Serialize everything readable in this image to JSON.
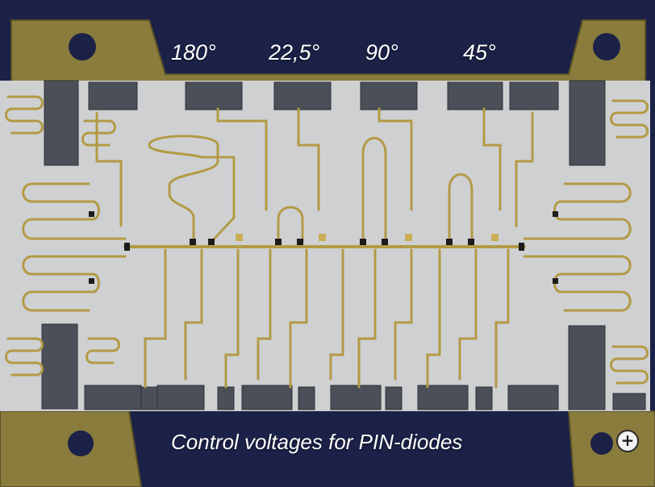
{
  "phase_labels": [
    "180°",
    "22,5°",
    "90°",
    "45°"
  ],
  "caption": "Control voltages for PIN-diodes",
  "zoom_button": {
    "icon": "plus-icon",
    "symbol": "+"
  },
  "colors": {
    "background": "#1b2147",
    "substrate": "#cfd0d2",
    "gold": "#b39a45",
    "frame": "#8e7f3e"
  }
}
